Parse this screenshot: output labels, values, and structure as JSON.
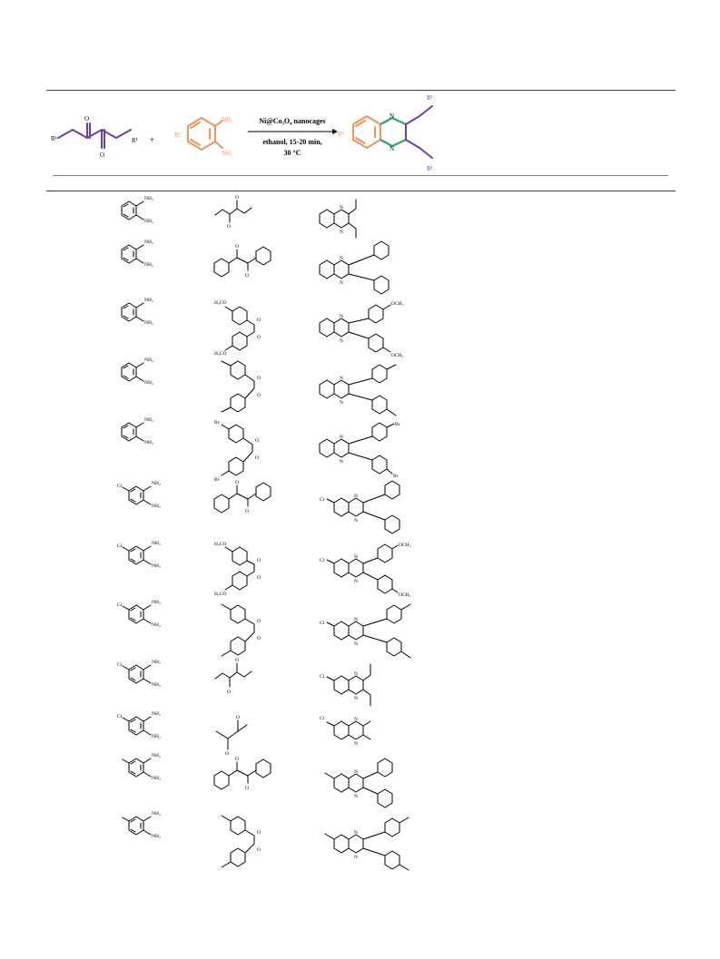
{
  "scheme": {
    "r1": "R¹",
    "r2": "R²",
    "nh2": "NH₂",
    "o": "O",
    "n": "N",
    "plus": "+",
    "catalyst": "Ni@Co₃O₄ nanocages",
    "conditions_line1": "ethanol, 15-20 min,",
    "conditions_line2": "30 °C"
  },
  "labels": {
    "nh2": "NH₂",
    "n": "N",
    "o": "O",
    "cl": "Cl",
    "br": "Br",
    "ome_left": "H₃CO",
    "ome_right": "OCH₃"
  },
  "rows": [
    {
      "diamine": "plain",
      "dicarbonyl": "hexane-3,4-dione",
      "product": "diethyl"
    },
    {
      "diamine": "plain",
      "dicarbonyl": "benzil",
      "product": "diphenyl"
    },
    {
      "diamine": "plain",
      "dicarbonyl": "4,4'-dimethoxybenzil",
      "product": "di(4-methoxyphenyl)"
    },
    {
      "diamine": "plain",
      "dicarbonyl": "4,4'-dimethylbenzil",
      "product": "di(p-tolyl)"
    },
    {
      "diamine": "plain",
      "dicarbonyl": "4,4'-dibromobenzil",
      "product": "di(4-bromophenyl)"
    },
    {
      "diamine": "4-chloro",
      "dicarbonyl": "benzil",
      "product": "6-chloro-diphenyl"
    },
    {
      "diamine": "4-chloro",
      "dicarbonyl": "4,4'-dimethoxybenzil",
      "product": "6-chloro-di(4-methoxyphenyl)"
    },
    {
      "diamine": "4-chloro",
      "dicarbonyl": "4,4'-dimethylbenzil",
      "product": "6-chloro-di(p-tolyl)"
    },
    {
      "diamine": "4-chloro",
      "dicarbonyl": "hexane-3,4-dione",
      "product": "6-chloro-diethyl"
    },
    {
      "diamine": "4-chloro",
      "dicarbonyl": "butane-2,3-dione",
      "product": "6-chloro-dimethyl"
    },
    {
      "diamine": "4-methyl",
      "dicarbonyl": "benzil",
      "product": "6-methyl-diphenyl"
    },
    {
      "diamine": "4-methyl",
      "dicarbonyl": "4,4'-dimethylbenzil",
      "product": "6-methyl-di(p-tolyl)"
    }
  ]
}
